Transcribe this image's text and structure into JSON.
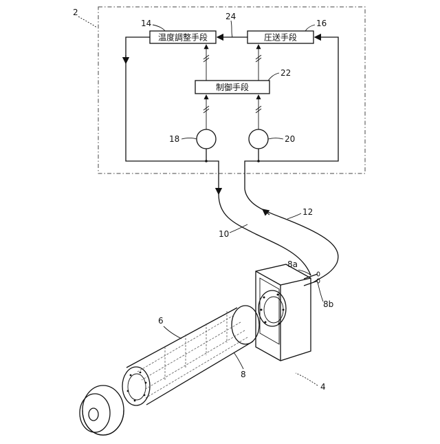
{
  "diagram": {
    "labels": {
      "system": "2",
      "temp_block_ref": "14",
      "pump_block_ref": "16",
      "line_24": "24",
      "control_ref": "22",
      "sensor_left": "18",
      "sensor_right": "20",
      "pipe_10": "10",
      "pipe_12": "12",
      "port_8a": "8a",
      "port_8b": "8b",
      "roller": "6",
      "channel": "8",
      "apparatus": "4"
    },
    "blocks": {
      "temperature": "温度調整手段",
      "pump": "圧送手段",
      "control": "制御手段"
    }
  }
}
